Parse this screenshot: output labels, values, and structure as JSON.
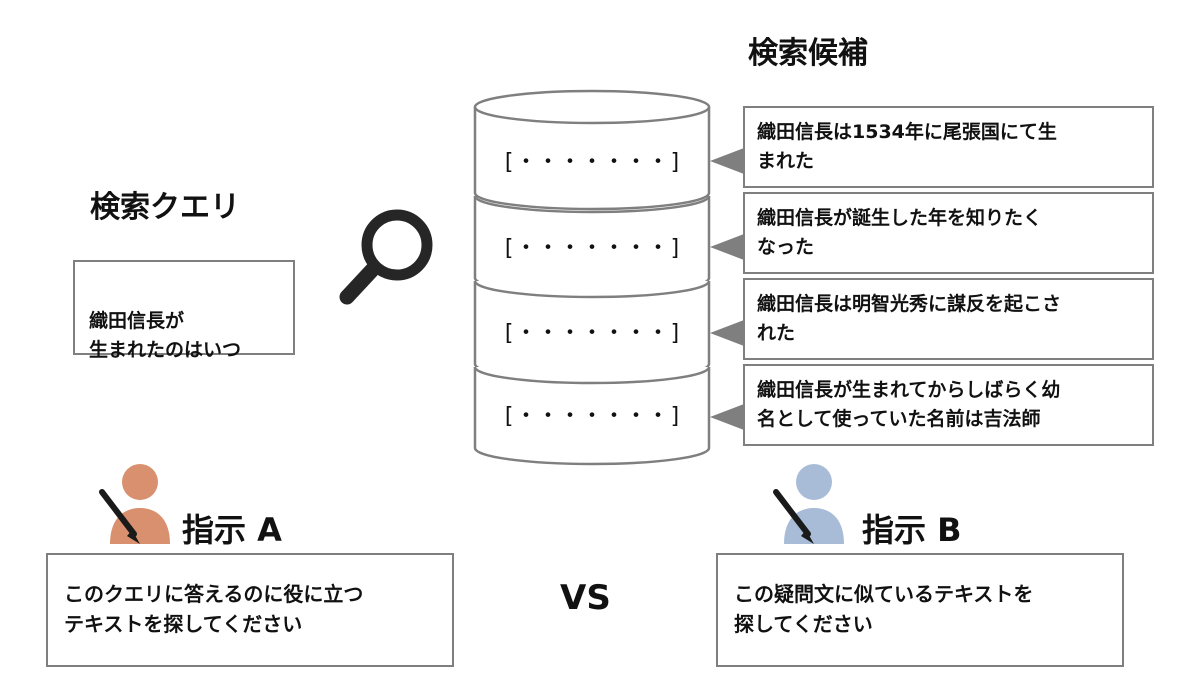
{
  "query": {
    "heading": "検索クエリ",
    "text": "織田信長が\n生まれたのはいつ"
  },
  "candidates": {
    "heading": "検索候補",
    "vector_placeholder": "[・・・・・・・]",
    "items": [
      "織田信長は1534年に尾張国にて生\nまれた",
      "織田信長が誕生した年を知りたく\nなった",
      "織田信長は明智光秀に謀反を起こさ\nれた",
      "織田信長が生まれてからしばらく幼\n名として使っていた名前は吉法師"
    ]
  },
  "instructions": {
    "a": {
      "label": "指示 A",
      "text": "このクエリに答えるのに役に立つ\nテキストを探してください",
      "person_color": "#d9906e"
    },
    "b": {
      "label": "指示 B",
      "text": "この疑問文に似ているテキストを\n探してください",
      "person_color": "#a8bcd8"
    },
    "vs": "VS"
  },
  "icons": [
    "magnifier-icon",
    "database-icon",
    "person-icon",
    "pen-icon"
  ]
}
